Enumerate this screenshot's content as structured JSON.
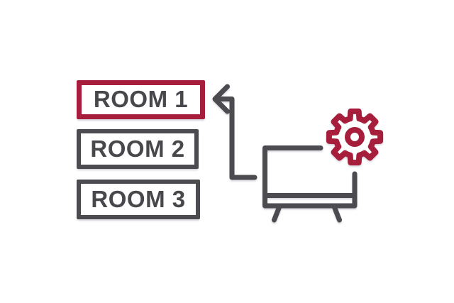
{
  "rooms": [
    {
      "label": "ROOM 1",
      "highlighted": true
    },
    {
      "label": "ROOM 2",
      "highlighted": false
    },
    {
      "label": "ROOM 3",
      "highlighted": false
    }
  ],
  "colors": {
    "accent": "#A61E3C",
    "line": "#4B4B50",
    "text": "#47474C",
    "background": "#FFFFFF"
  },
  "icons": {
    "tv": "tv-icon",
    "gear": "gear-icon",
    "arrow": "arrow-left-icon"
  }
}
